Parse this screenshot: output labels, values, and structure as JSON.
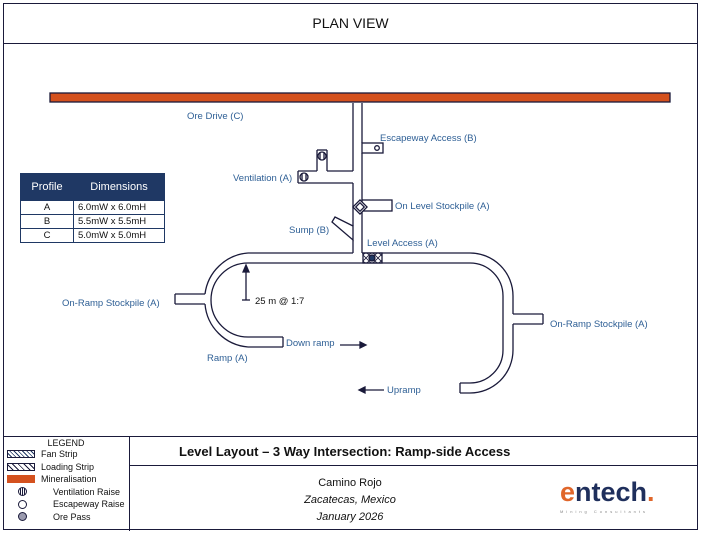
{
  "header": {
    "title": "PLAN VIEW"
  },
  "labels": {
    "ore_drive": "Ore Drive (C)",
    "escapeway_access": "Escapeway Access (B)",
    "ventilation": "Ventilation (A)",
    "on_level_stockpile": "On Level Stockpile (A)",
    "sump": "Sump (B)",
    "level_access": "Level Access (A)",
    "on_ramp_stockpile_left": "On-Ramp Stockpile (A)",
    "on_ramp_stockpile_right": "On-Ramp Stockpile (A)",
    "gradient": "25 m @ 1:7",
    "ramp": "Ramp (A)",
    "down_ramp": "Down ramp",
    "upramp": "Upramp"
  },
  "profile_table": {
    "headers": [
      "Profile",
      "Dimensions"
    ],
    "rows": [
      [
        "A",
        "6.0mW x 6.0mH"
      ],
      [
        "B",
        "5.5mW x 5.5mH"
      ],
      [
        "C",
        "5.0mW x 5.0mH"
      ]
    ]
  },
  "legend": {
    "title": "LEGEND",
    "items": [
      {
        "label": "Fan Strip",
        "icon": "fan-strip"
      },
      {
        "label": "Loading Strip",
        "icon": "loading-strip"
      },
      {
        "label": "Mineralisation",
        "icon": "mineralisation",
        "color": "#d4511e"
      },
      {
        "label": "Ventilation Raise",
        "icon": "ventilation-raise"
      },
      {
        "label": "Escapeway Raise",
        "icon": "escapeway-raise"
      },
      {
        "label": "Ore Pass",
        "icon": "ore-pass"
      }
    ]
  },
  "title_block": {
    "title": "Level Layout – 3 Way Intersection: Ramp-side Access",
    "project": "Camino Rojo",
    "location": "Zacatecas, Mexico",
    "date": "January 2026"
  },
  "logo": {
    "text_e": "e",
    "text_rest": "ntech",
    "dot": ".",
    "tagline": "Mining Consultants"
  },
  "colors": {
    "mineralisation": "#d4511e",
    "outline": "#1a1a3a",
    "label": "#2e5f95",
    "table_header": "#1f3864"
  }
}
